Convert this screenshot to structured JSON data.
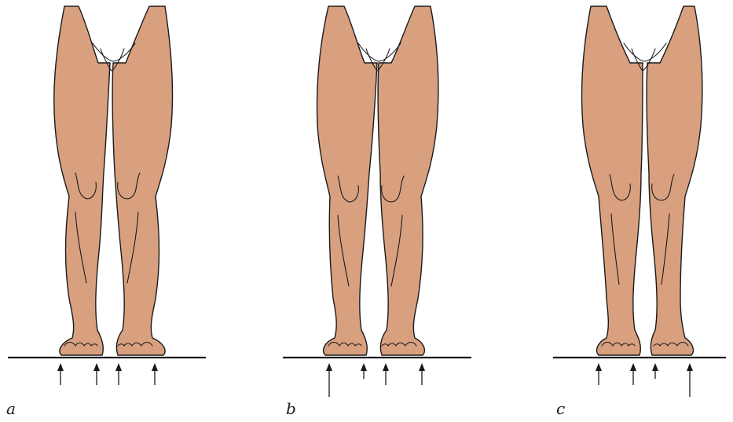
{
  "panels": [
    {
      "id": "a",
      "label": "a",
      "arrows": [
        1,
        1,
        1,
        1
      ]
    },
    {
      "id": "b",
      "label": "b",
      "arrows": [
        1.5,
        0.5,
        1,
        1
      ]
    },
    {
      "id": "c",
      "label": "c",
      "arrows": [
        1,
        1,
        0.5,
        1.5
      ]
    }
  ],
  "colors": {
    "skin": "#d8a07f",
    "outline": "#1a1a1a",
    "background": "#ffffff"
  }
}
